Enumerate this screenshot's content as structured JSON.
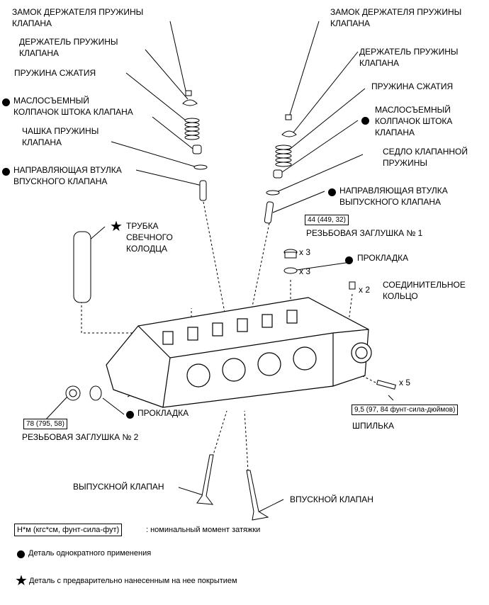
{
  "left_labels": {
    "spring_retainer_lock": "ЗАМОК ДЕРЖАТЕЛЯ ПРУЖИНЫ\nКЛАПАНА",
    "spring_retainer": "ДЕРЖАТЕЛЬ ПРУЖИНЫ\nКЛАПАНА",
    "compression_spring": "ПРУЖИНА СЖАТИЯ",
    "stem_oil_seal": "МАСЛОСЪЕМНЫЙ\nКОЛПАЧОК ШТОКА КЛАПАНА",
    "spring_cup": "ЧАШКА ПРУЖИНЫ\nКЛАПАНА",
    "intake_guide_bush": "НАПРАВЛЯЮЩАЯ ВТУЛКА\nВПУСКНОГО КЛАПАНА",
    "plug_tube": "ТРУБКА\nСВЕЧНОГО\nКОЛОДЦА"
  },
  "right_labels": {
    "spring_retainer_lock": "ЗАМОК ДЕРЖАТЕЛЯ ПРУЖИНЫ\nКЛАПАНА",
    "spring_retainer": "ДЕРЖАТЕЛЬ ПРУЖИНЫ\nКЛАПАНА",
    "compression_spring": "ПРУЖИНА СЖАТИЯ",
    "stem_oil_seal": "МАСЛОСЪЕМНЫЙ\nКОЛПАЧОК ШТОКА\nКЛАПАНА",
    "spring_seat": "СЕДЛО КЛАПАННОЙ\nПРУЖИНЫ",
    "exhaust_guide_bush": "НАПРАВЛЯЮЩАЯ ВТУЛКА\nВЫПУСКНОГО КЛАПАНА"
  },
  "plug1": {
    "torque": "44 (449, 32)",
    "label": "РЕЗЬБОВАЯ ЗАГЛУШКА № 1",
    "qty": "x 3"
  },
  "gasket_right": {
    "label": "ПРОКЛАДКА",
    "qty": "x 3"
  },
  "ring": {
    "label": "СОЕДИНИТЕЛЬНОЕ\nКОЛЬЦО",
    "qty": "x 2"
  },
  "stud": {
    "torque": "9,5 (97, 84 фунт-сила-дюймов)",
    "label": "ШПИЛЬКА",
    "qty": "x 5"
  },
  "plug2": {
    "torque": "78 (795, 58)",
    "label": "РЕЗЬБОВАЯ ЗАГЛУШКА № 2"
  },
  "gasket_left": {
    "label": "ПРОКЛАДКА"
  },
  "exhaust_valve": "ВЫПУСКНОЙ КЛАПАН",
  "intake_valve": "ВПУСКНОЙ КЛАПАН",
  "legend": {
    "torque_unit": "Н*м (кгс*см, фунт-сила-фут)",
    "torque_text": ": номинальный момент затяжки",
    "single_use": "Деталь однократного применения",
    "precoated": "Деталь с предварительно нанесенным на нее покрытием"
  }
}
